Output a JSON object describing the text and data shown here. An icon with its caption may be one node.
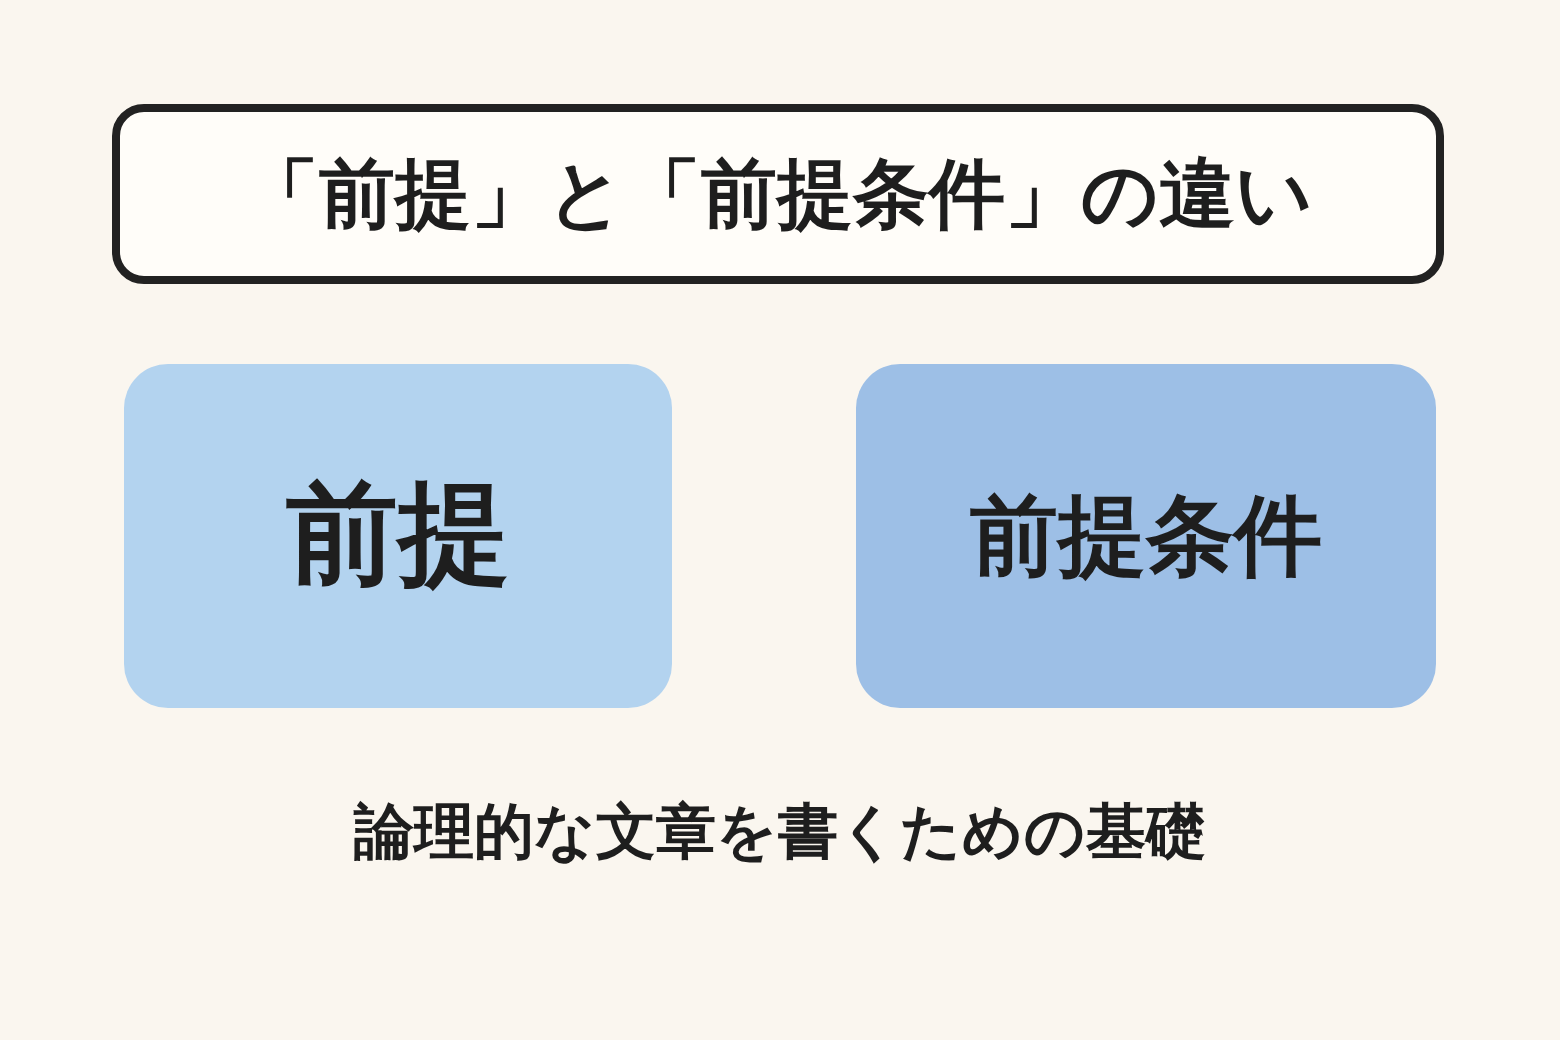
{
  "diagram": {
    "title": "「前提」と「前提条件」の違い",
    "nodes": [
      {
        "text": [
          "前提"
        ]
      },
      {
        "text": [
          "前提条件"
        ]
      }
    ],
    "caption": "論理的な文章を書くための基礎"
  }
}
